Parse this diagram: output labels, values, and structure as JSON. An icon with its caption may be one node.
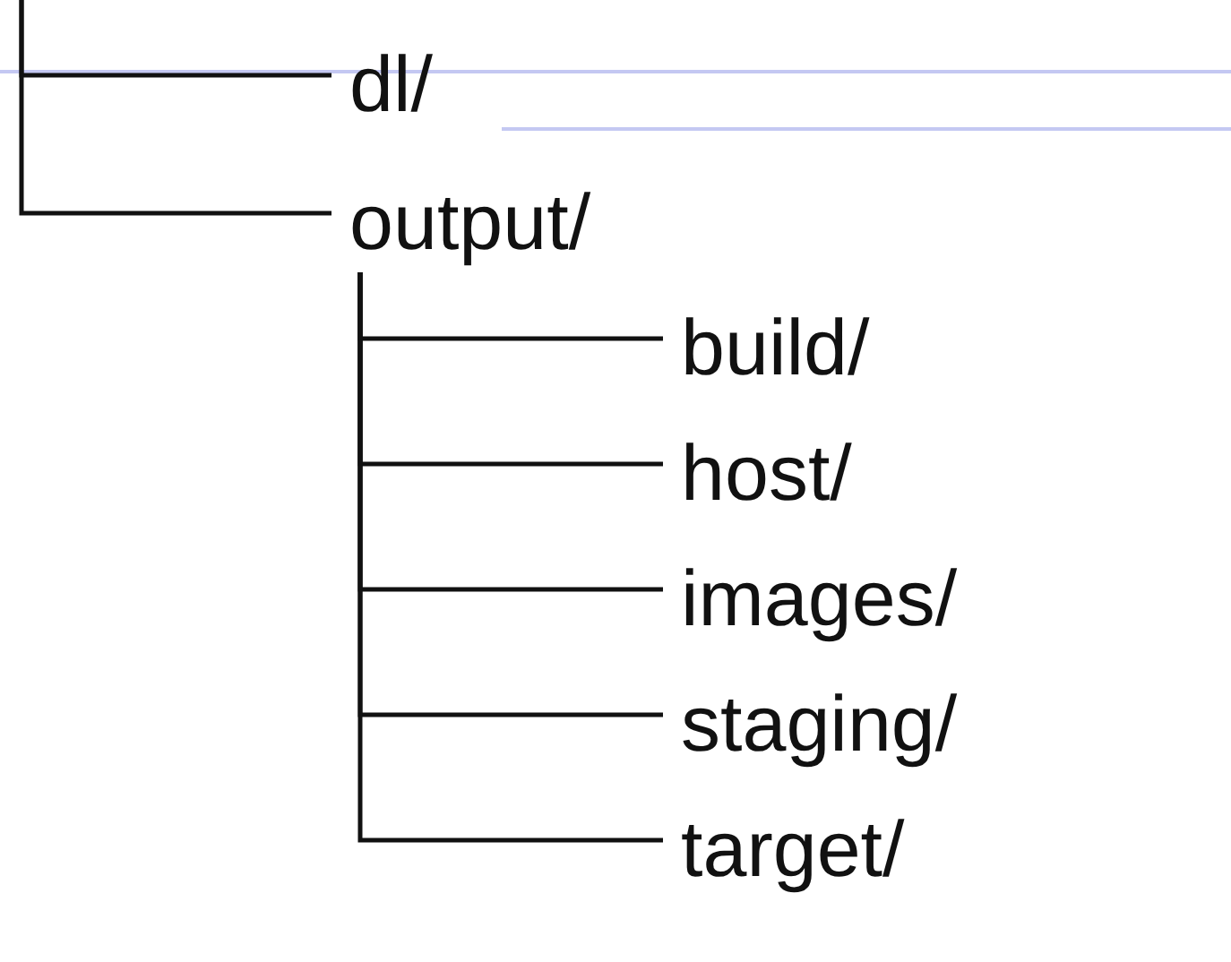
{
  "diagram": {
    "nodes": [
      {
        "text": [
          "dl/"
        ]
      },
      {
        "text": [
          "output/"
        ]
      },
      {
        "text": [
          "build/"
        ]
      },
      {
        "text": [
          "host/"
        ]
      },
      {
        "text": [
          "images/"
        ]
      },
      {
        "text": [
          "staging/"
        ]
      },
      {
        "text": [
          "target/"
        ]
      }
    ],
    "edges": [
      {
        "from": null,
        "to": 0,
        "arrow": "none"
      },
      {
        "from": null,
        "to": 1,
        "arrow": "none"
      },
      {
        "from": 1,
        "to": 2,
        "arrow": "none"
      },
      {
        "from": 1,
        "to": 3,
        "arrow": "none"
      },
      {
        "from": 1,
        "to": 4,
        "arrow": "none"
      },
      {
        "from": 1,
        "to": 5,
        "arrow": "none"
      },
      {
        "from": 1,
        "to": 6,
        "arrow": "none"
      }
    ]
  }
}
